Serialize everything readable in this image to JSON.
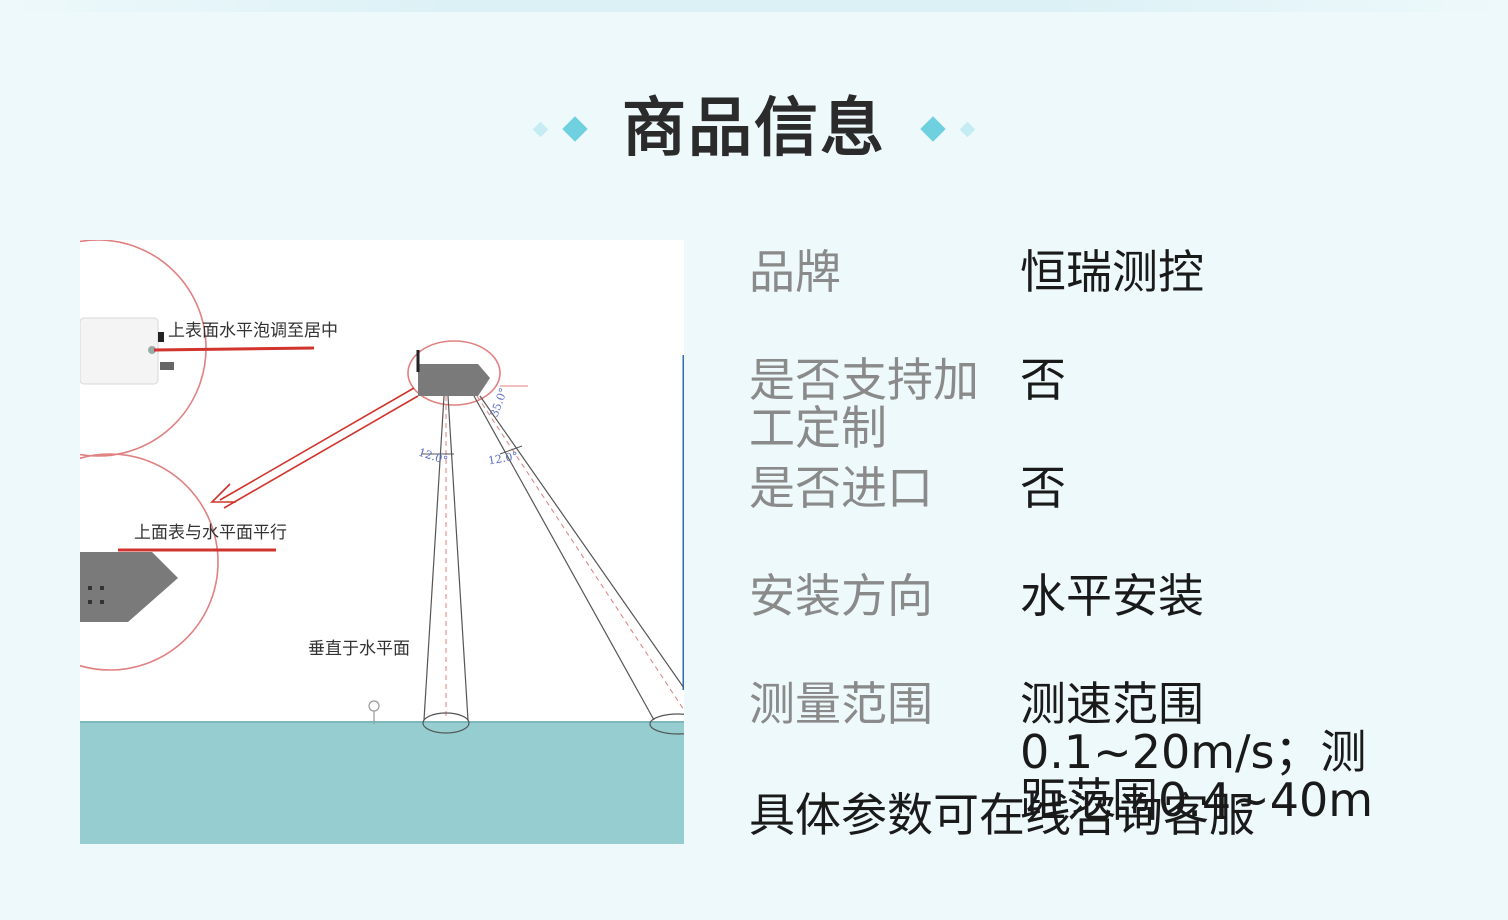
{
  "header": {
    "title": "商品信息"
  },
  "figure": {
    "labels": {
      "top": "上表面水平泡调至居中",
      "middle": "上面表与水平面平行",
      "bottom": "垂直于水平面",
      "angle_a": "12.0°",
      "angle_b": "12.0°",
      "angle_c": "35.0°"
    },
    "colors": {
      "water": "#95cdd0",
      "circle": "#e06666",
      "arrow": "#d0342c"
    }
  },
  "specs": [
    {
      "label": "品牌",
      "value": "恒瑞测控"
    },
    {
      "label": "是否支持加工定制",
      "value": "否"
    },
    {
      "label": "是否进口",
      "value": "否"
    },
    {
      "label": "安装方向",
      "value": "水平安装"
    },
    {
      "label": "测量范围",
      "value": "测速范围0.1~20m/s；测距范围0.4~40m"
    }
  ],
  "footnote": "具体参数可在线咨询客服",
  "colors": {
    "background": "#eef9fb",
    "accent": "#6fd0e0",
    "accent_light": "#c5ecf3"
  }
}
